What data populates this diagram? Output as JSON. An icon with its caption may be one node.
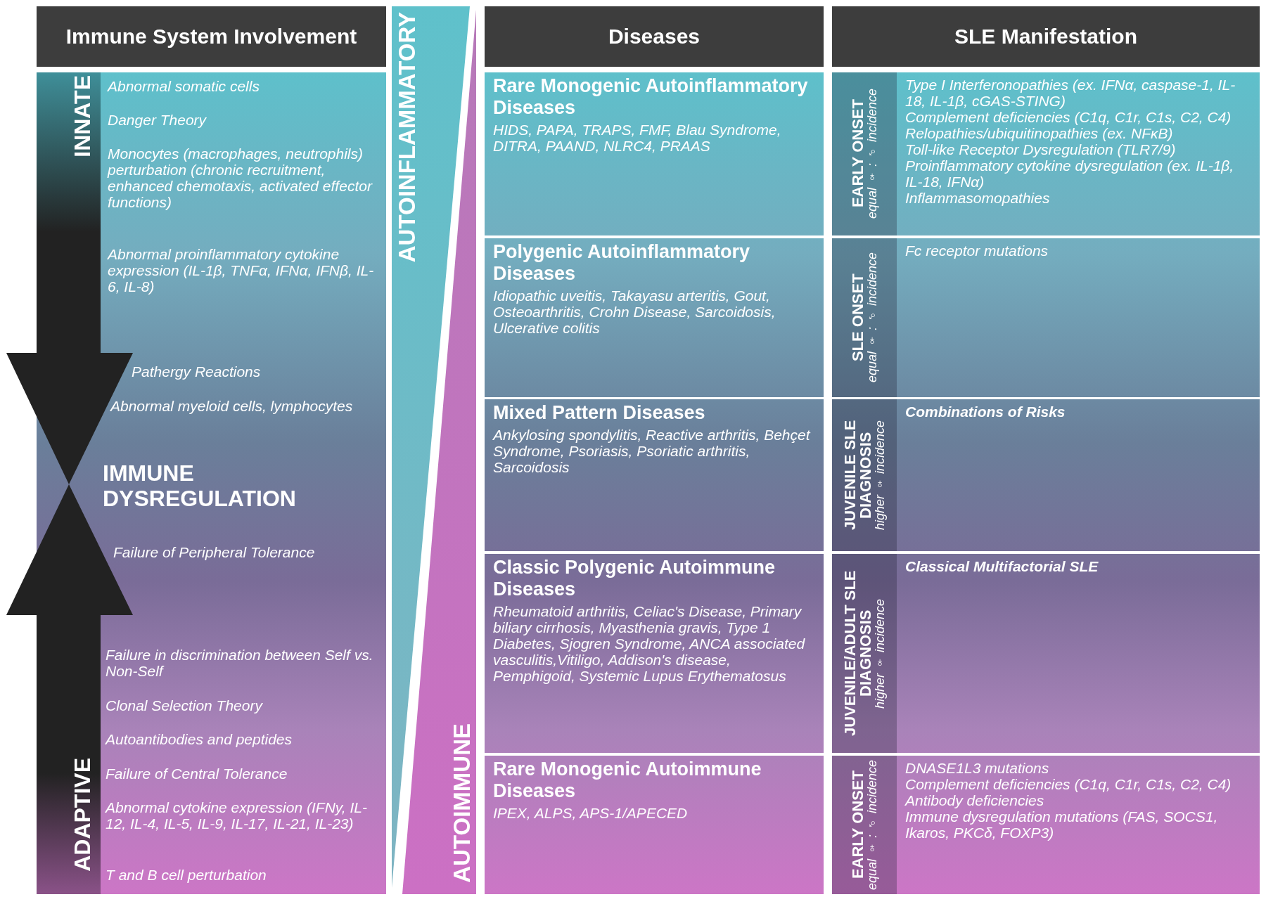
{
  "diagram": {
    "nodes": [
      {
        "text": [
          "Immune System Involvement"
        ]
      },
      {
        "text": [
          "Diseases"
        ]
      },
      {
        "text": [
          "SLE Manifestation"
        ]
      },
      {
        "text": [
          "Abnormal somatic cells",
          "Danger Theory",
          "Monocytes (macrophages, neutrophils) perturbation (chronic recruitment, enhanced chemotaxis, activated effector functions)",
          "Abnormal proinflammatory cytokine expression (IL-1β, TNFα, IFNα, IFNβ, IL-6, IL-8)",
          "Pathergy Reactions",
          "Abnormal myeloid cells, lymphocytes",
          "IMMUNE DYSREGULATION",
          "Failure of Peripheral Tolerance",
          "Failure in discrimination between Self vs. Non-Self",
          "Clonal Selection Theory",
          "Autoantibodies and peptides",
          "Failure of Central Tolerance",
          "Abnormal cytokine expression (IFNy, IL-12, IL-4, IL-5, IL-9, IL-17, IL-21, IL-23)",
          "T and B cell perturbation"
        ]
      },
      {
        "text": [
          "AUTOINFLAMMATORY"
        ]
      },
      {
        "text": [
          "AUTOIMMUNE"
        ]
      },
      {
        "text": [
          "Rare Monogenic Autoinflammatory Diseases",
          "HIDS, PAPA, TRAPS, FMF, Blau Syndrome, DITRA, PAAND, NLRC4, PRAAS"
        ]
      },
      {
        "text": [
          "Polygenic Autoinflammatory Diseases",
          "Idiopathic uveitis, Takayasu arteritis, Gout, Osteoarthritis, Crohn Disease, Sarcoidosis, Ulcerative colitis"
        ]
      },
      {
        "text": [
          "Mixed Pattern Diseases",
          "Ankylosing spondylitis, Reactive arthritis, Behçet Syndrome, Psoriasis, Psoriatic arthritis, Sarcoidosis"
        ]
      },
      {
        "text": [
          "Classic Polygenic Autoimmune Diseases",
          "Rheumatoid arthritis, Celiac's Disease, Primary biliary cirrhosis, Myasthenia gravis, Type 1 Diabetes, Sjogren Syndrome, ANCA associated vasculitis,Vitiligo, Addison's disease, Pemphigoid, Systemic Lupus Erythematosus"
        ]
      },
      {
        "text": [
          "Rare Monogenic Autoimmune Diseases",
          "IPEX, ALPS, APS-1/APECED"
        ]
      },
      {
        "text": [
          "EARLY ONSET",
          "equal ♀ : ♂ incidence",
          "Type I Interferonopathies (ex. IFNα, caspase-1, IL-18, IL-1β, cGAS-STING)",
          "Complement deficiencies (C1q, C1r, C1s, C2, C4)",
          "Relopathies/ubiquitinopathies (ex. NFκB)",
          "Toll-like Receptor Dysregulation (TLR7/9)",
          "Proinflammatory cytokine dysregulation (ex. IL-1β, IL-18, IFNα)",
          "Inflammasomopathies"
        ]
      },
      {
        "text": [
          "SLE ONSET",
          "equal ♀ : ♂ incidence",
          "Fc receptor mutations"
        ]
      },
      {
        "text": [
          "JUVENILE SLE DIAGNOSIS",
          "higher ♀ incidence",
          "Combinations of Risks"
        ]
      },
      {
        "text": [
          "JUVENILE/ADULT SLE DIAGNOSIS",
          "higher ♀ incidence",
          "Classical Multifactorial SLE"
        ]
      },
      {
        "text": [
          "EARLY ONSET",
          "equal ♀ : ♂ incidence",
          "DNASE1L3 mutations",
          "Complement deficiencies (C1q, C1r, C1s, C2, C4)",
          "Antibody deficiencies",
          "Immune dysregulation mutations (FAS, SOCS1, Ikaros, PKCδ, FOXP3)"
        ]
      }
    ],
    "labels": [
      "INNATE",
      "ADAPTIVE"
    ]
  }
}
